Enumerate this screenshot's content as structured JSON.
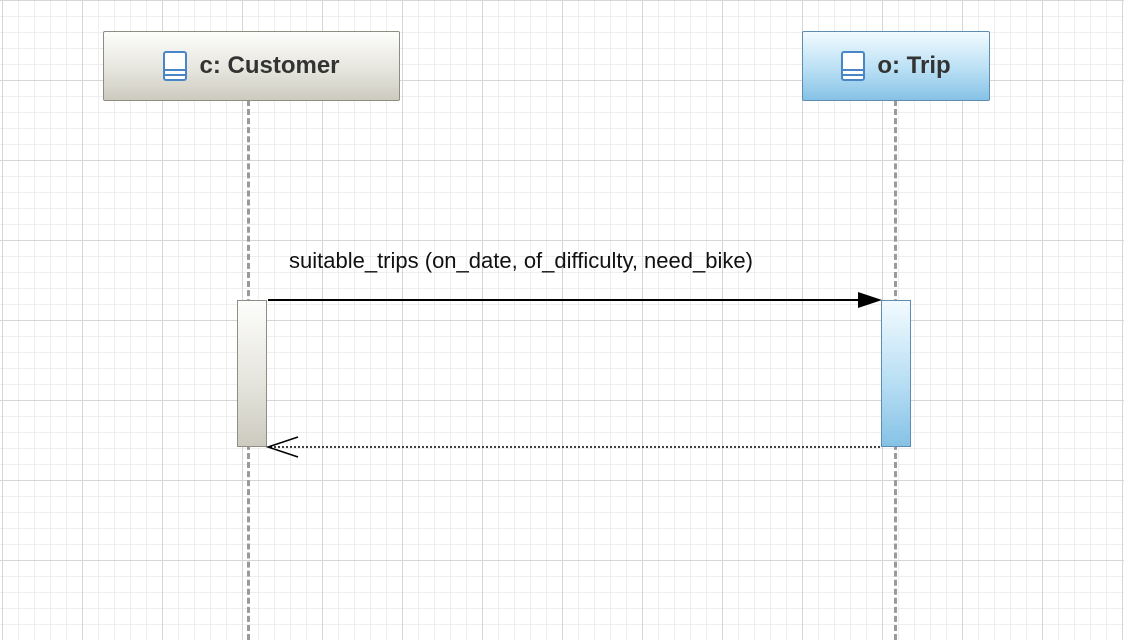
{
  "diagram": {
    "participants": [
      {
        "id": "customer",
        "label": "c: Customer",
        "icon": "class-icon"
      },
      {
        "id": "trip",
        "label": "o: Trip",
        "icon": "class-icon"
      }
    ],
    "messages": [
      {
        "from": "customer",
        "to": "trip",
        "type": "synchronous-call",
        "label": "suitable_trips (on_date, of_difficulty, need_bike)"
      },
      {
        "from": "trip",
        "to": "customer",
        "type": "return",
        "label": ""
      }
    ]
  },
  "colors": {
    "customer_fill": "#e6e5de",
    "customer_border": "#8f8d83",
    "trip_fill": "#b9dff4",
    "trip_border": "#5d8db3",
    "lifeline": "#9a9a9a",
    "icon_blue": "#4a86c5"
  }
}
